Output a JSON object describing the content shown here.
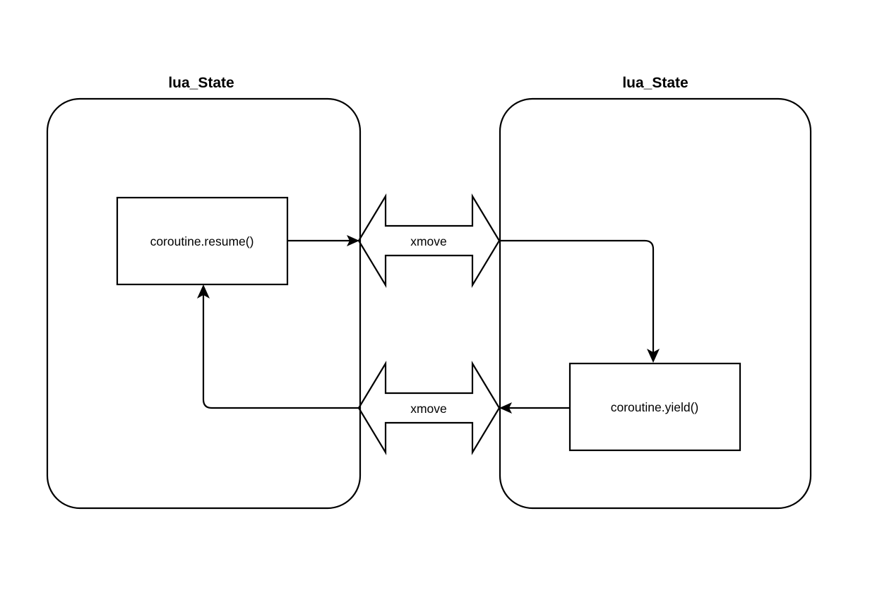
{
  "diagram": {
    "title_left": "lua_State",
    "title_right": "lua_State",
    "background_color": "#ffffff",
    "stroke_color": "#000000",
    "states": [
      {
        "name": "left-lua-state",
        "label": "lua_State",
        "box_label": "coroutine.resume()"
      },
      {
        "name": "right-lua-state",
        "label": "lua_State",
        "box_label": "coroutine.yield()"
      }
    ],
    "boxes": {
      "resume": "coroutine.resume()",
      "yield": "coroutine.yield()"
    },
    "transfers": [
      {
        "name": "xmove-top",
        "label": "xmove",
        "direction": "bidirectional"
      },
      {
        "name": "xmove-bottom",
        "label": "xmove",
        "direction": "bidirectional"
      }
    ],
    "labels": {
      "xmove_top": "xmove",
      "xmove_bottom": "xmove"
    }
  }
}
